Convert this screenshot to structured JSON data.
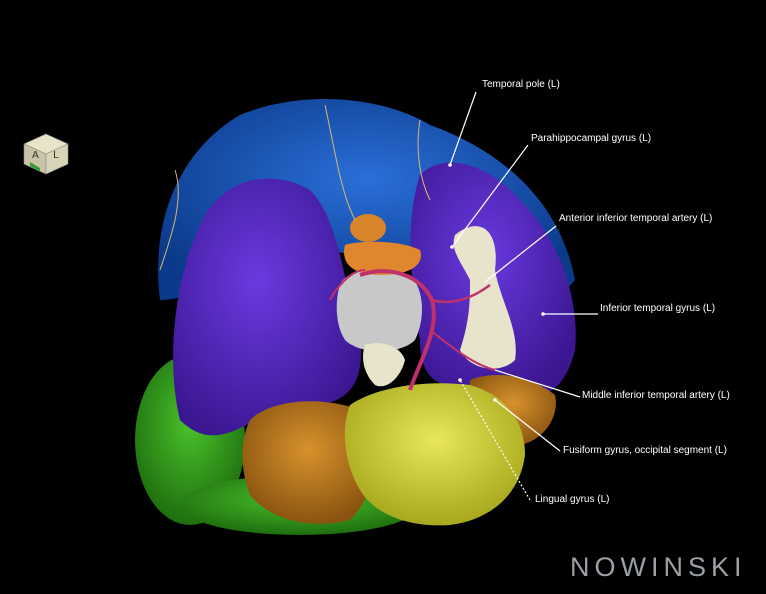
{
  "labels": [
    {
      "id": "temporal-pole",
      "text": "Temporal pole (L)"
    },
    {
      "id": "parahippocampal-gyrus",
      "text": "Parahippocampal gyrus (L)"
    },
    {
      "id": "anterior-inferior-temporal-artery",
      "text": "Anterior inferior temporal artery (L)"
    },
    {
      "id": "inferior-temporal-gyrus",
      "text": "Inferior temporal gyrus (L)"
    },
    {
      "id": "middle-inferior-temporal-artery",
      "text": "Middle inferior temporal artery (L)"
    },
    {
      "id": "fusiform-gyrus-occipital",
      "text": "Fusiform gyrus, occipital segment (L)"
    },
    {
      "id": "lingual-gyrus",
      "text": "Lingual gyrus (L)"
    }
  ],
  "watermark": "NOWINSKI",
  "orientation_cube": {
    "icon": "orientation-cube-icon",
    "letters": [
      "A",
      "L"
    ]
  },
  "colors": {
    "frontal": "#0e4aa8",
    "temporal": "#4a1fb0",
    "occipital_orange": "#b8761a",
    "lingual_yellow": "#cfcf38",
    "cerebellum_green": "#2f9e1a",
    "artery": "#c0306a",
    "brainstem_gray": "#c8c8c8",
    "hippocampus_cream": "#e8e4cc"
  }
}
